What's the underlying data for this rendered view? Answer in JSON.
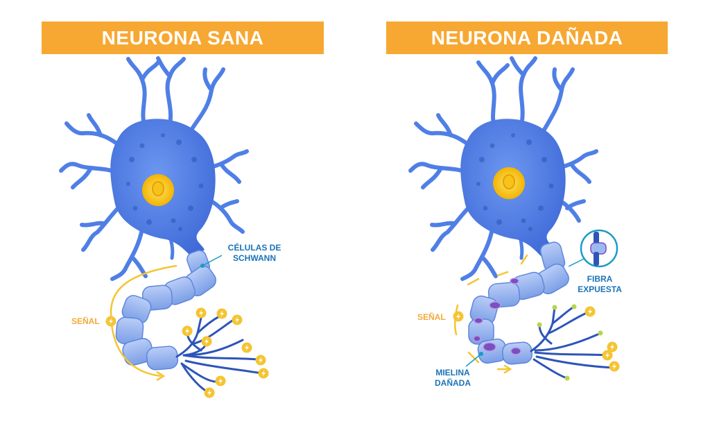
{
  "left_panel": {
    "title": "NEURONA SANA",
    "label_cells_line1": "CÉLULAS DE",
    "label_cells_line2": "SCHWANN",
    "label_signal": "SEÑAL"
  },
  "right_panel": {
    "title": "NEURONA DAÑADA",
    "label_fiber_line1": "FIBRA",
    "label_fiber_line2": "EXPUESTA",
    "label_signal": "SEÑAL",
    "label_myelin_line1": "MIELINA",
    "label_myelin_line2": "DAÑADA"
  },
  "colors": {
    "title_bg": "#f7a832",
    "neuron": "#4f7fe6",
    "neuron_dark": "#2d55b8",
    "myelin": "#9db9f2",
    "nucleus": "#f7c21a",
    "signal": "#f5c431",
    "label_blue": "#1a73b8",
    "damage": "#7a4fc0",
    "tip_green": "#b6d64a"
  },
  "icons": [
    "lightning-bolt-icon",
    "signal-arrow-icon",
    "zoom-callout-icon"
  ]
}
